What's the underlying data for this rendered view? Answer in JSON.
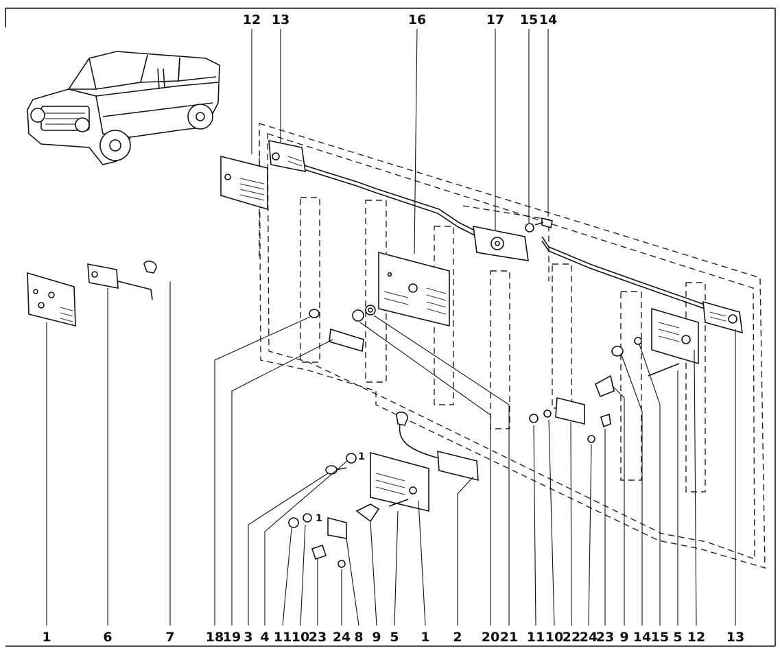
{
  "labels": {
    "top": [
      {
        "id": "t12",
        "text": "12"
      },
      {
        "id": "t13",
        "text": "13"
      },
      {
        "id": "t16",
        "text": "16"
      },
      {
        "id": "t17",
        "text": "17"
      },
      {
        "id": "t15",
        "text": "15"
      },
      {
        "id": "t14",
        "text": "14"
      }
    ],
    "bottom": [
      {
        "id": "b1",
        "text": "1"
      },
      {
        "id": "b6",
        "text": "6"
      },
      {
        "id": "b7",
        "text": "7"
      },
      {
        "id": "b18",
        "text": "18"
      },
      {
        "id": "b19",
        "text": "19"
      },
      {
        "id": "b3",
        "text": "3"
      },
      {
        "id": "b4",
        "text": "4"
      },
      {
        "id": "b11",
        "text": "11"
      },
      {
        "id": "b10",
        "text": "10"
      },
      {
        "id": "b23",
        "text": "23"
      },
      {
        "id": "b24",
        "text": "24"
      },
      {
        "id": "b8",
        "text": "8"
      },
      {
        "id": "b9",
        "text": "9"
      },
      {
        "id": "b5",
        "text": "5"
      },
      {
        "id": "b1b",
        "text": "1"
      },
      {
        "id": "b2",
        "text": "2"
      },
      {
        "id": "b20",
        "text": "20"
      },
      {
        "id": "b21",
        "text": "21"
      },
      {
        "id": "b11b",
        "text": "11"
      },
      {
        "id": "b10b",
        "text": "10"
      },
      {
        "id": "b22",
        "text": "22"
      },
      {
        "id": "b24b",
        "text": "24"
      },
      {
        "id": "b23b",
        "text": "23"
      },
      {
        "id": "b9b",
        "text": "9"
      },
      {
        "id": "b14",
        "text": "14"
      },
      {
        "id": "b15",
        "text": "15"
      },
      {
        "id": "b5b",
        "text": "5"
      },
      {
        "id": "b12",
        "text": "12"
      },
      {
        "id": "b13",
        "text": "13"
      }
    ],
    "small_marks": [
      {
        "id": "m1",
        "text": "1"
      },
      {
        "id": "m2",
        "text": "1"
      }
    ]
  }
}
